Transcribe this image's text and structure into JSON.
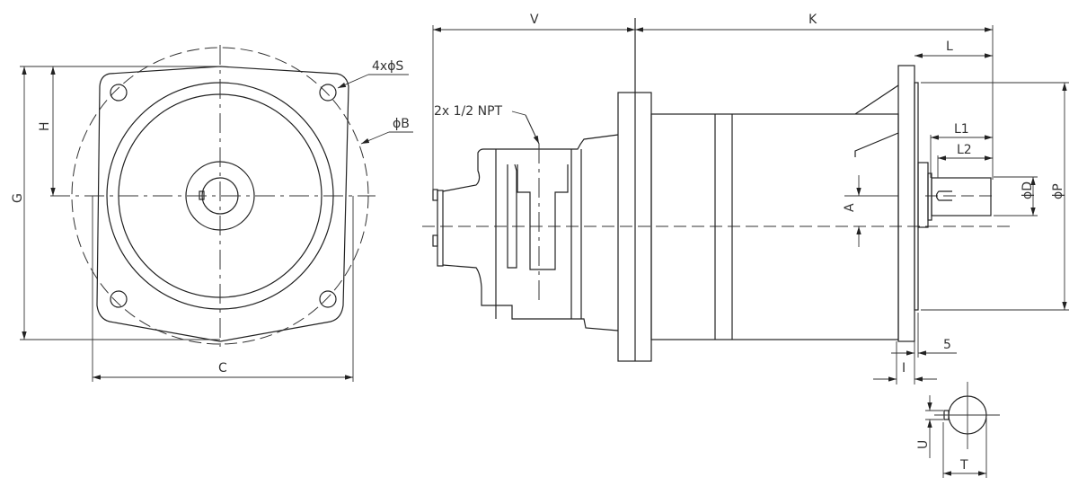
{
  "title": "Gear motor dimensional drawing",
  "front_view": {
    "labels": {
      "holes": "4xϕS",
      "bolt_circle": "ϕB",
      "height_total": "G",
      "height_center": "H",
      "width": "C"
    }
  },
  "side_view": {
    "labels": {
      "v": "V",
      "k": "K",
      "l": "L",
      "l1": "L1",
      "l2": "L2",
      "d": "ϕD",
      "p": "ϕP",
      "a": "A",
      "five": "5",
      "i": "I",
      "npt": "2x 1/2 NPT"
    }
  },
  "key_detail": {
    "labels": {
      "u": "U",
      "t": "T"
    }
  },
  "colors": {
    "line": "#222222",
    "background": "#ffffff"
  }
}
